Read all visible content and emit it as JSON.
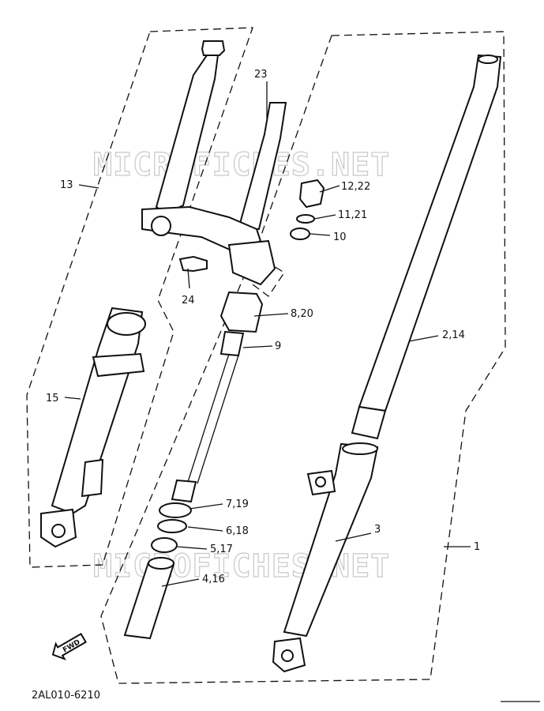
{
  "watermark": "MICROFICHES.NET",
  "diagram_code": "2AL010-6210",
  "fwd_label": "FWD",
  "callouts": {
    "c1": "1",
    "c2_14": "2,14",
    "c3": "3",
    "c4_16": "4,16",
    "c5_17": "5,17",
    "c6_18": "6,18",
    "c7_19": "7,19",
    "c8_20": "8,20",
    "c9": "9",
    "c10": "10",
    "c11_21": "11,21",
    "c12_22": "12,22",
    "c13": "13",
    "c15": "15",
    "c23": "23",
    "c24": "24"
  },
  "colors": {
    "ink": "#111111",
    "watermark": "#c8c8c8",
    "paper": "#ffffff"
  }
}
